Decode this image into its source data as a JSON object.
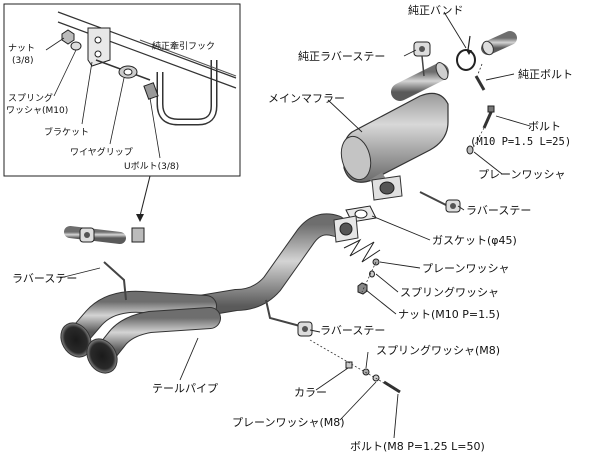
{
  "inset": {
    "nut": "ナット",
    "nut_size": "(3/8)",
    "spring": "スプリング",
    "washer_m10": "ワッシャ(M10)",
    "bracket": "ブラケット",
    "wire_grip": "ワイヤグリップ",
    "u_bolt": "Uボルト(3/8)",
    "stock_hook": "純正牽引フック"
  },
  "labels": {
    "stock_band": "純正バンド",
    "stock_rubber_stay": "純正ラバーステー",
    "stock_bolt": "純正ボルト",
    "main_muffler": "メインマフラー",
    "bolt": "ボルト",
    "bolt_m10_spec": "(M10 P=1.5 L=25)",
    "plain_washer": "プレーンワッシャ",
    "rubber_stay_right": "ラバーステー",
    "gasket": "ガスケット(φ45)",
    "plain_washer_2": "プレーンワッシャ",
    "spring_washer": "スプリングワッシャ",
    "nut_m10": "ナット(M10 P=1.5)",
    "rubber_stay_left": "ラバーステー",
    "rubber_stay_bottom": "ラバーステー",
    "spring_washer_m8": "スプリングワッシャ(M8)",
    "tail_pipe": "テールパイプ",
    "collar": "カラー",
    "plain_washer_m8": "プレーンワッシャ(M8)",
    "bolt_m8": "ボルト(M8 P=1.25 L=50)"
  }
}
